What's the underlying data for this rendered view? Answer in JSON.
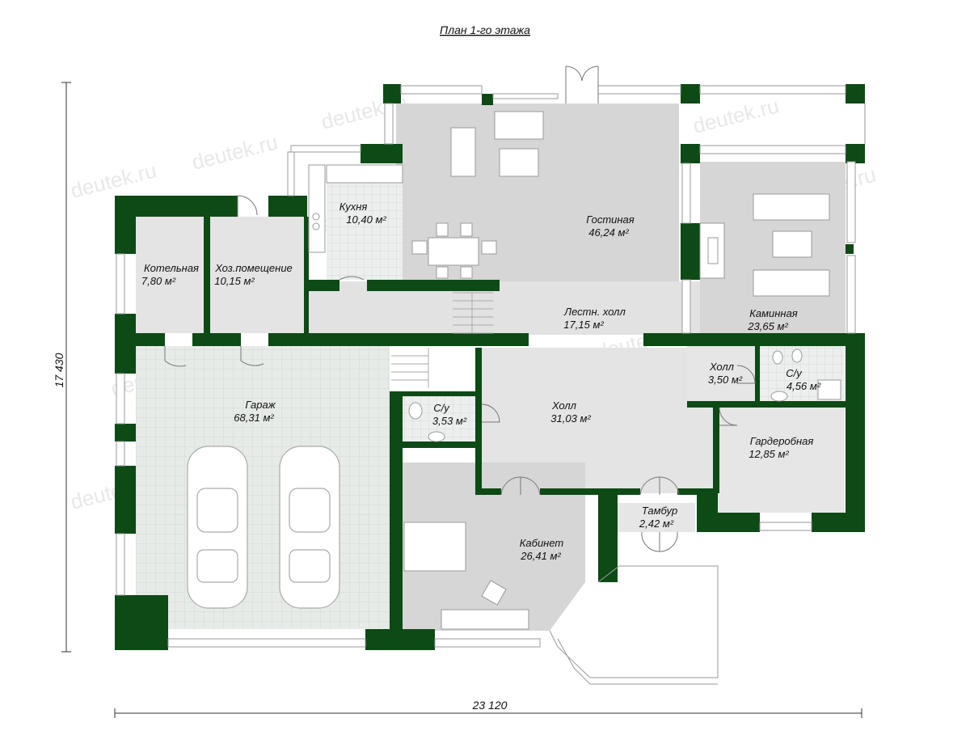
{
  "title": "План 1-го этажа",
  "dimensions": {
    "width": "23 120",
    "height": "17 430"
  },
  "watermark": "deutek.ru",
  "colors": {
    "wall": "#0d4a16",
    "floor": "#d6d6d6",
    "tile": "#e9ecea",
    "thin_wall": "#ffffff"
  },
  "rooms": [
    {
      "id": "kitchen",
      "name": "Кухня",
      "area": "10,40 м²"
    },
    {
      "id": "living",
      "name": "Гостиная",
      "area": "46,24 м²"
    },
    {
      "id": "boiler",
      "name": "Котельная",
      "area": "7,80 м²"
    },
    {
      "id": "utility",
      "name": "Хоз.помещение",
      "area": "10,15 м²"
    },
    {
      "id": "stairhall",
      "name": "Лестн. холл",
      "area": "17,15 м²"
    },
    {
      "id": "fireplace",
      "name": "Каминная",
      "area": "23,65 м²"
    },
    {
      "id": "hall_s",
      "name": "Холл",
      "area": "3,50 м²"
    },
    {
      "id": "wc_r",
      "name": "С/у",
      "area": "4,56 м²"
    },
    {
      "id": "garage",
      "name": "Гараж",
      "area": "68,31 м²"
    },
    {
      "id": "wc_l",
      "name": "С/у",
      "area": "3,53 м²"
    },
    {
      "id": "hall",
      "name": "Холл",
      "area": "31,03 м²"
    },
    {
      "id": "wardrobe",
      "name": "Гардеробная",
      "area": "12,85 м²"
    },
    {
      "id": "vestibule",
      "name": "Тамбур",
      "area": "2,42 м²"
    },
    {
      "id": "office",
      "name": "Кабинет",
      "area": "26,41 м²"
    }
  ]
}
